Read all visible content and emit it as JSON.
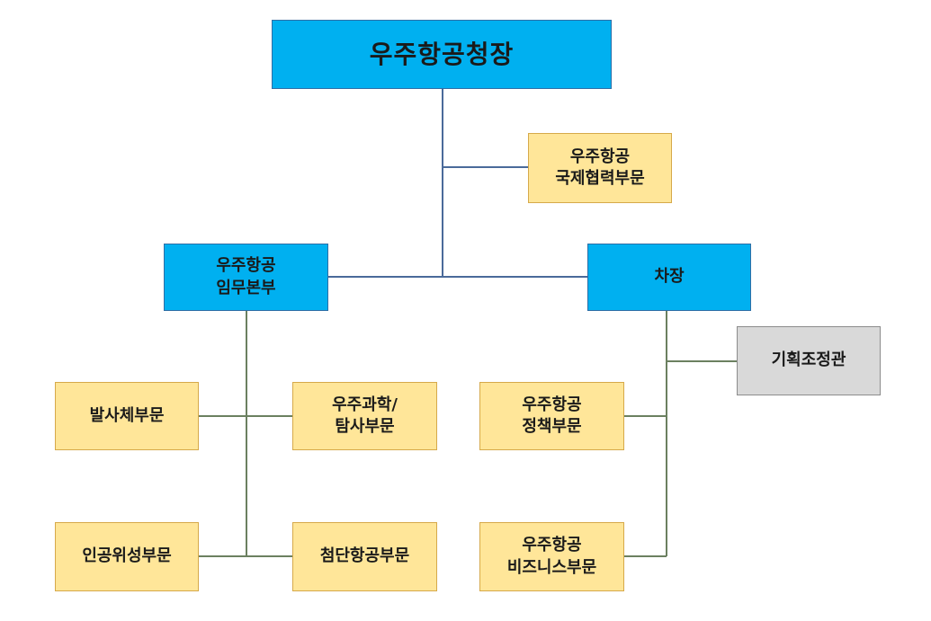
{
  "colors": {
    "top_box": "#00b0f0",
    "department_box": "#ffe699",
    "staff_box": "#d9d9d9",
    "connector_line": "#4a6a9a",
    "connector_line_lower": "#6b8060"
  },
  "org": {
    "head": "우주항공청장",
    "intl_division": "우주항공\n국제협력부문",
    "mission_hq": "우주항공\n임무본부",
    "vice_head": "차장",
    "planning_officer": "기획조정관",
    "launch_division": "발사체부문",
    "space_science_division": "우주과학/\n탐사부문",
    "satellite_division": "인공위성부문",
    "aeronautics_division": "첨단항공부문",
    "policy_division": "우주항공\n정책부문",
    "business_division": "우주항공\n비즈니스부문"
  }
}
